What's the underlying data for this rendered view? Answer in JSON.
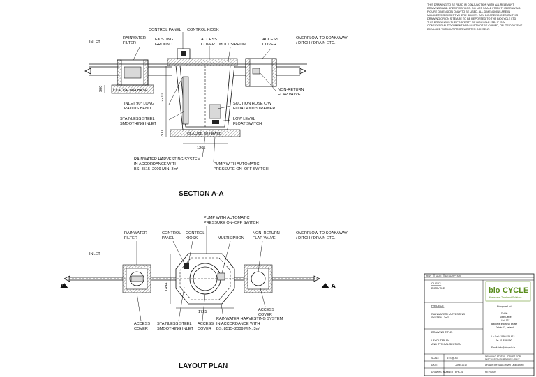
{
  "notes": {
    "lines": [
      "THIS DRAWING TO BE READ IN CONJUNCTION WITH ALL RELEVANT",
      "DRAWINGS AND SPECIFICATIONS. DO NOT SCALE FROM THIS DRAWING.",
      "FIGURE DIMENSION ONLY TO BE USED. ALL DIMENSIONS ARE IN",
      "MILLIMETERS EXCEPT WHERE SHOWN. ANY DISCREPANCIES ON THIS",
      "DRAWING OR ON SITE ARE TO BE REPORTED TO THE BIOCYCLE LTD.",
      "THIS DRAWING IS THE PROPERTY OF BIOCYCLE LTD. IT IS A",
      "CONFIDENTIAL DOCUMENT AND MUST NOT BE COPIED, OR ITS CONTENT",
      "DIVULGED WITHOUT PRIOR WRITTEN CONSENT."
    ]
  },
  "section": {
    "title": "SECTION A-A",
    "labels": {
      "inlet": "INLET",
      "filter_1": "RAINWATER",
      "filter_2": "FILTER",
      "control_panel": "CONTROL PANEL",
      "control_kiosk": "CONTROL KIOSK",
      "existing_1": "EXISTING",
      "existing_2": "GROUND",
      "access_cover_1": "ACCESS",
      "access_cover_2": "COVER",
      "multisiphon": "MULTISIPHON",
      "access_cover_r1": "ACCESS",
      "access_cover_r2": "COVER",
      "overflow_1": "OVERFLOW TO SOAKAWAY",
      "overflow_2": "/ DITCH / DRAIN ETC.",
      "clause_left": "CLAUSE 804 BASE",
      "clause_bottom": "CLAUSE 804 BASE",
      "dim_300_top": "300",
      "dim_2210": "2210",
      "dim_300_bottom": "300",
      "dim_1265": "1265",
      "inlet_bend_1": "INLET 90° LONG",
      "inlet_bend_2": "RADIUS BEND",
      "smoothing_1": "STAINLESS STEEL",
      "smoothing_2": "SMOOTHING INLET",
      "suction_1": "SUCTION HOSE C/W",
      "suction_2": "FLOAT AND STRAINER",
      "low_level_1": "LOW LEVEL",
      "low_level_2": "FLOAT SWITCH",
      "nonreturn_1": "NON-RETURN",
      "nonreturn_2": "FLAP VALVE",
      "system_1": "RAINWATER HARVESTING SYSTEM",
      "system_2": "IN ACCORDANCE WITH",
      "system_3": "BS: 8515–2009 MIN. 3m³",
      "pump_1": "PUMP WITH AUTOMATIC",
      "pump_2": "PRESSURE ON–OFF SWITCH"
    }
  },
  "plan": {
    "title": "LAYOUT PLAN",
    "labels": {
      "inlet": "INLET",
      "filter_1": "RAINWATER",
      "filter_2": "FILTER",
      "control_panel_1": "CONTROL",
      "control_panel_2": "PANEL",
      "control_kiosk_1": "CONTROL",
      "control_kiosk_2": "KIOSK",
      "pump_1": "PUMP WITH AUTOMATIC",
      "pump_2": "PRESSURE ON–OFF SWITCH",
      "multisiphon": "MULTISIPHON",
      "nonreturn_1": "NON–RETURN",
      "nonreturn_2": "FLAP VALVE",
      "overflow_1": "OVERFLOW TO SOAKAWAY",
      "overflow_2": "/ DITCH / DRAIN ETC.",
      "section_a_left": "A",
      "section_a_right": "A",
      "dim_1494": "1494",
      "dim_1725": "1725",
      "access_r_1": "ACCESS",
      "access_r_2": "COVER",
      "access_l_1": "ACCESS",
      "access_l_2": "COVER",
      "smoothing_1": "STAINLESS STEEL",
      "smoothing_2": "SMOOTHING INLET",
      "access_c_1": "ACCESS",
      "access_c_2": "COVER",
      "system_1": "RAINWATER HARVESTING SYSTEM",
      "system_2": "IN ACCORDANCE WITH",
      "system_3": "BS: 8515–2009 MIN. 3m³"
    }
  },
  "title_block": {
    "headers": {
      "rev": "REV",
      "date": "DATE",
      "description": "DESCRIPTION"
    },
    "client_label": "CLIENT:",
    "client_value": "BIOCYCLE",
    "logo_text_1": "bio",
    "logo_text_2": "CYCLE",
    "logo_tagline": "Wastewater Treatment Solutions",
    "project_label": "PROJECT:",
    "project_1": "RAINWATER HARVESTING",
    "project_2": "SYSTEM- 3m³",
    "drawing_title_label": "DRAWING TITLE:",
    "drawing_title_1": "LAYOUT PLAN",
    "drawing_title_2": "AND TYPICAL SECTION",
    "company": "Biocycle Ltd.",
    "address": [
      "Dublin",
      "Main Office",
      "Unit 137",
      "Baldoyle Industrial Estate",
      "Dublin 13, Ireland"
    ],
    "locall": "Lo-Call : 1890 929 612",
    "tel": "Tel: 01 8391090",
    "email": "Email: info@biocycle.ie",
    "scale_label": "SCALE",
    "scale_value": "NTS @ A3",
    "date_label": "DATE",
    "date_value": "JUNE 2010",
    "drawing_number_label": "DRAWING NUMBER",
    "drawing_number_value": "BHC-01",
    "status_1": "DRAWING STATUS - DRAFT FOR",
    "status_2": "DISCUSSION PURPOSES ONLY",
    "drawn_by": "DRAWN BY: MAIGHNAR OBEGHOBI",
    "revision": "REVISION"
  }
}
